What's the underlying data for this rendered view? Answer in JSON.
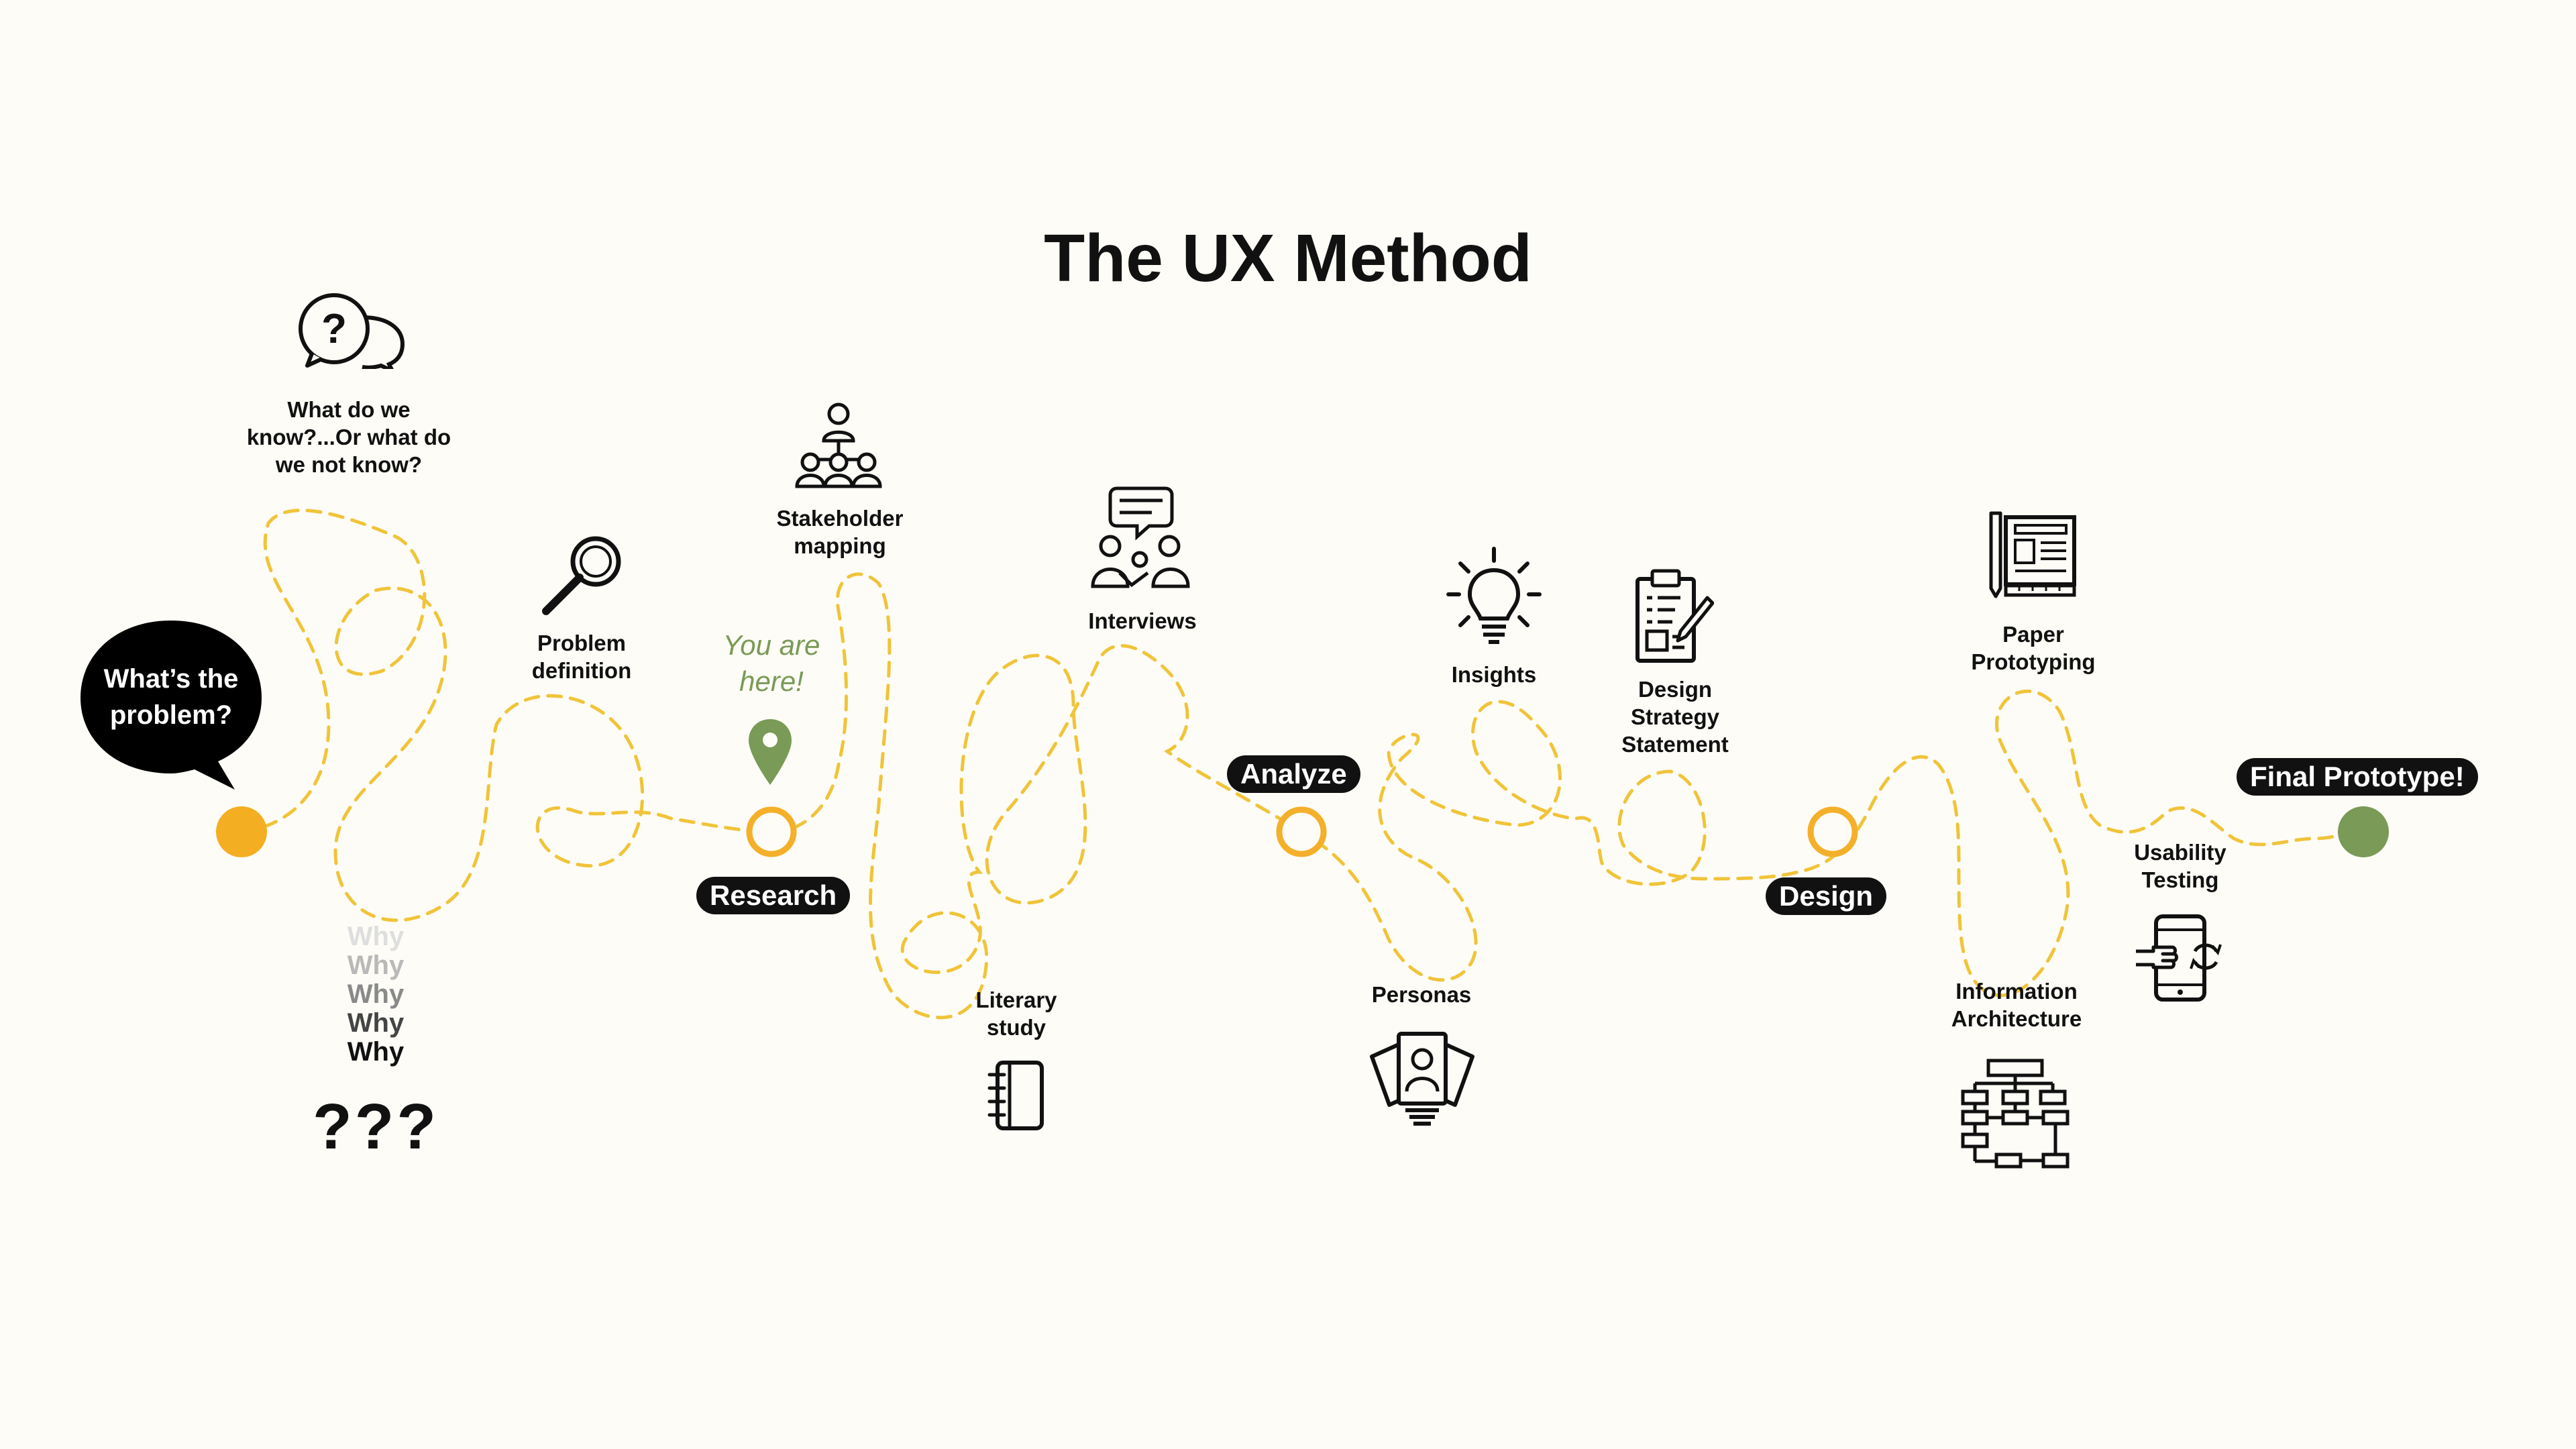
{
  "title": "The UX Method",
  "start_bubble": {
    "line1": "What’s the",
    "line2": "problem?"
  },
  "you_are_here": {
    "line1": "You are",
    "line2": "here!"
  },
  "milestones": {
    "research": "Research",
    "analyze": "Analyze",
    "design": "Design",
    "final": "Final Prototype!"
  },
  "steps": {
    "what_do_we_know": [
      "What do we",
      "know?...Or what do",
      "we not know?"
    ],
    "problem_definition": [
      "Problem",
      "definition"
    ],
    "stakeholder_mapping": [
      "Stakeholder",
      "mapping"
    ],
    "interviews": [
      "Interviews"
    ],
    "literary_study": [
      "Literary",
      "study"
    ],
    "personas": [
      "Personas"
    ],
    "insights": [
      "Insights"
    ],
    "design_strategy": [
      "Design",
      "Strategy",
      "Statement"
    ],
    "paper_prototyping": [
      "Paper",
      "Prototyping"
    ],
    "information_architecture": [
      "Information",
      "Architecture"
    ],
    "usability_testing": [
      "Usability",
      "Testing"
    ]
  },
  "whys": [
    "Why",
    "Why",
    "Why",
    "Why",
    "Why"
  ],
  "question_marks": "???",
  "colors": {
    "path": "#f0c43a",
    "start_dot": "#f4ae22",
    "milestone_ring": "#f4b02a",
    "end_dot": "#7a9a57",
    "you_are_here": "#7a9a57",
    "background": "#fdfcf6",
    "ink": "#111111"
  }
}
